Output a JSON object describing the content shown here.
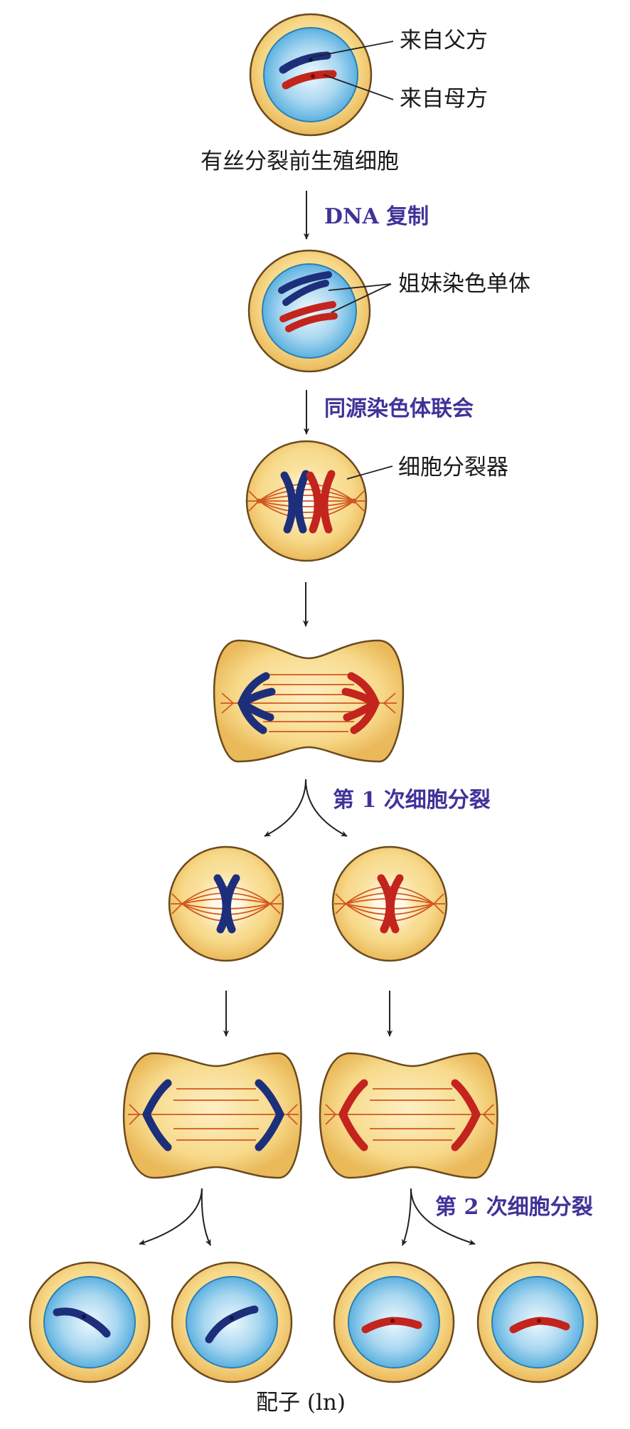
{
  "labels": {
    "paternal": "来自父方",
    "maternal": "来自母方",
    "premitotic_cell": "有丝分裂前生殖细胞",
    "dna_replication": "DNA 复制",
    "sister_chromatids": "姐妹染色单体",
    "synapsis": "同源染色体联会",
    "spindle": "细胞分裂器",
    "first_division": "第 1 次细胞分裂",
    "second_division": "第 2 次细胞分裂",
    "gametes": "配子 (ln)"
  },
  "colors": {
    "cytoplasm": "#f7d98a",
    "cell_outline": "#6a4a1e",
    "nucleus": "#5fb4e3",
    "nucleus_center": "#eef8fd",
    "paternal_chromosome": "#1d2f7a",
    "maternal_chromosome": "#c3241d",
    "spindle_fiber": "#d2561f",
    "annotation_blue": "#3f3399"
  }
}
